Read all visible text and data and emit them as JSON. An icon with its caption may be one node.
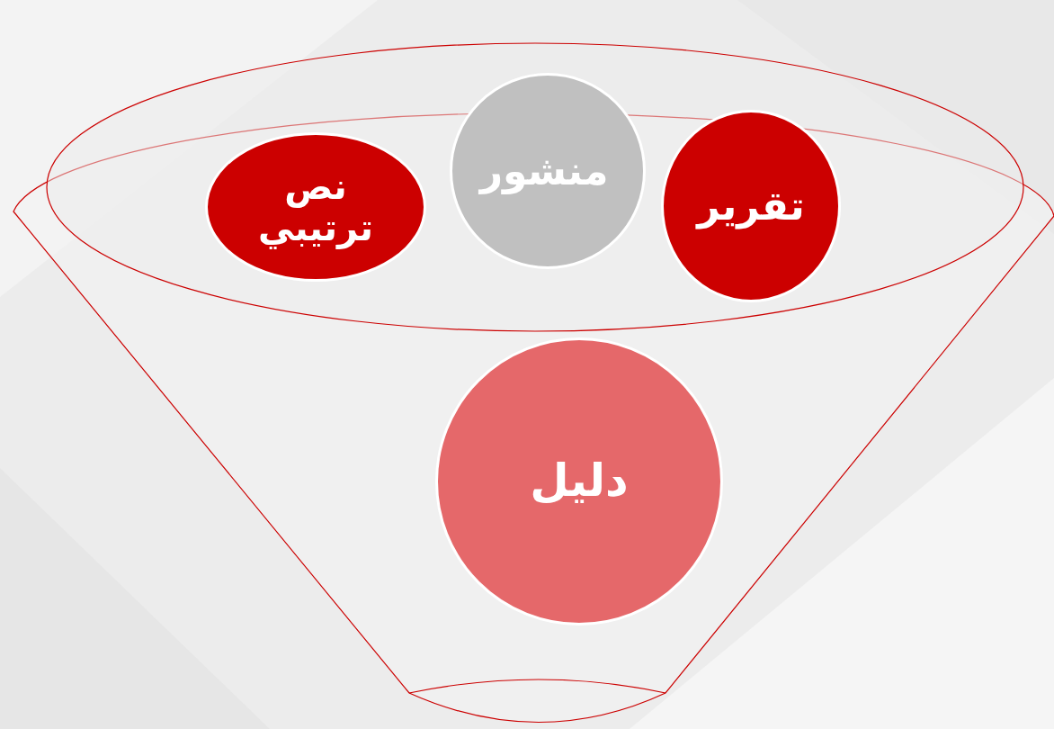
{
  "diagram": {
    "nodes": [
      {
        "text": [
          "نص ترتيبي"
        ]
      },
      {
        "text": [
          "منشور"
        ]
      },
      {
        "text": [
          "تقرير"
        ]
      },
      {
        "text": [
          "دليل"
        ]
      }
    ]
  }
}
